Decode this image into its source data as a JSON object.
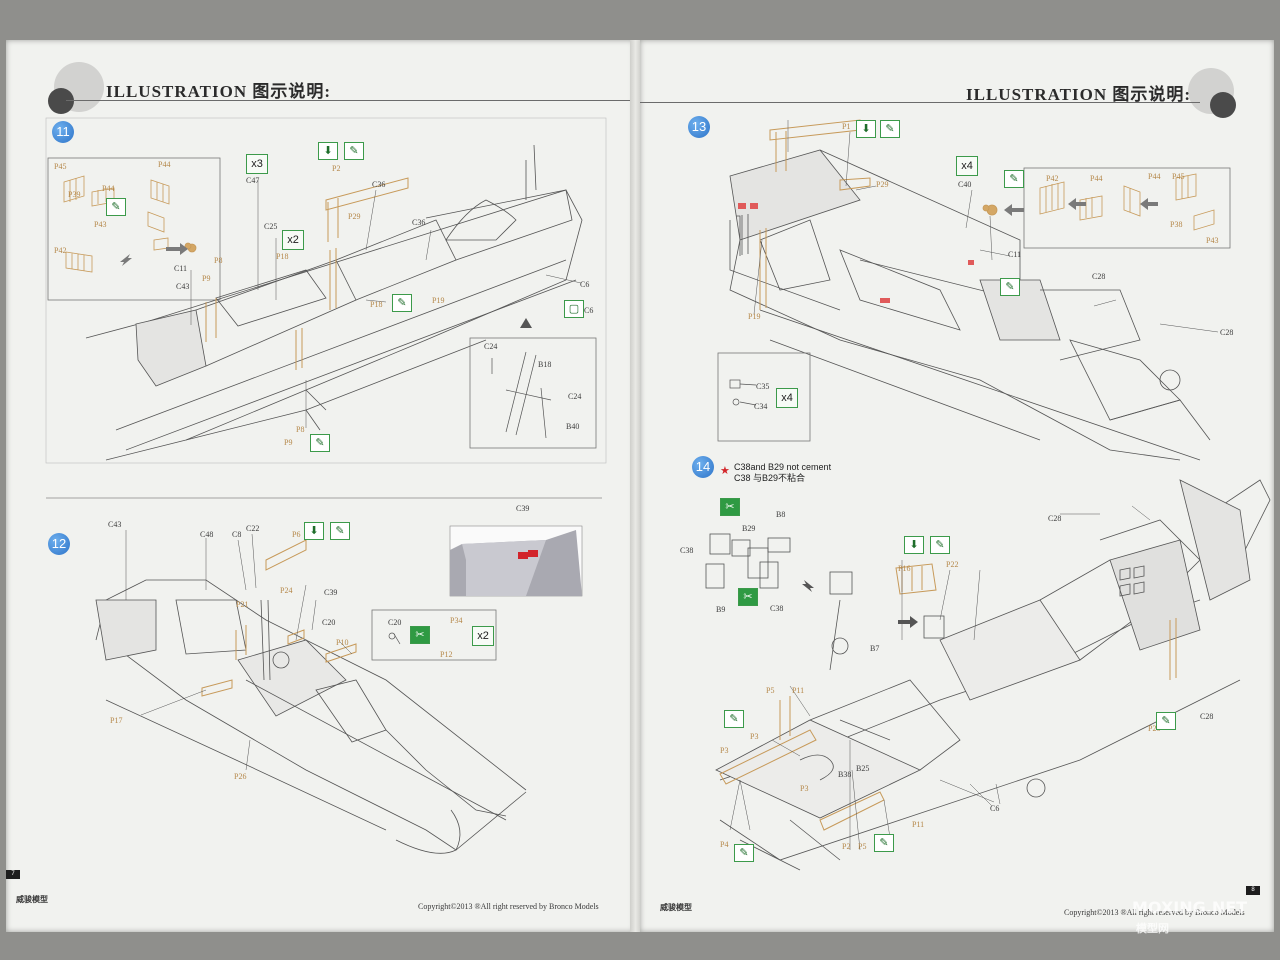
{
  "header": {
    "left_title": "ILLUSTRATION 图示说明:",
    "right_title": "ILLUSTRATION 图示说明:"
  },
  "steps": {
    "s11": {
      "number": "11"
    },
    "s12": {
      "number": "12"
    },
    "s13": {
      "number": "13"
    },
    "s14": {
      "number": "14"
    }
  },
  "note14": {
    "line1": "C38and B29 not cement",
    "line2": "C38 与B29不粘合"
  },
  "multipliers": {
    "s11_a": "x3",
    "s11_b": "x2",
    "s12_a": "x2",
    "s13_a": "x4",
    "s13_b": "x4"
  },
  "labels_left": {
    "P45": "P45",
    "P44a": "P44",
    "P44b": "P44",
    "P43": "P43",
    "P42": "P42",
    "P39": "P39",
    "C11": "C11",
    "C43a": "C43",
    "P9a": "P9",
    "P8a": "P8",
    "C47": "C47",
    "C25": "C25",
    "P18a": "P18",
    "P18b": "P18",
    "P19": "P19",
    "P2": "P2",
    "C36a": "C36",
    "C36b": "C36",
    "P29": "P29",
    "C6": "C6",
    "C6b": "C6",
    "P8b": "P8",
    "P9b": "P9",
    "C24a": "C24",
    "B18": "B18",
    "C24b": "C24",
    "B40": "B40",
    "C43b": "C43",
    "C48": "C48",
    "C8": "C8",
    "C22": "C22",
    "P6": "P6",
    "P21": "P21",
    "P24": "P24",
    "C39a": "C39",
    "C20a": "C20",
    "P10": "P10",
    "P17": "P17",
    "P26": "P26",
    "C39b": "C39",
    "C20b": "C20",
    "P34": "P34",
    "P12": "P12"
  },
  "labels_right": {
    "P1": "P1",
    "P29": "P29",
    "C40": "C40",
    "C11": "C11",
    "P42": "P42",
    "P44a": "P44",
    "P44b": "P44",
    "P45": "P45",
    "P38": "P38",
    "P43": "P43",
    "C28a": "C28",
    "C28b": "C28",
    "P19": "P19",
    "C35": "C35",
    "C34": "C34",
    "B29": "B29",
    "B8": "B8",
    "C38a": "C38",
    "B9": "B9",
    "C38b": "C38",
    "B7": "B7",
    "P16": "P16",
    "P22": "P22",
    "C28c": "C28",
    "C28d": "C28",
    "P20": "P20",
    "P5a": "P5",
    "P11a": "P11",
    "P3a": "P3",
    "P3b": "P3",
    "P3c": "P3",
    "B38": "B38",
    "B25": "B25",
    "P11b": "P11",
    "P4": "P4",
    "P2": "P2",
    "P5b": "P5",
    "C6": "C6"
  },
  "footer": {
    "left_brand": "威骏模型",
    "left_copyright": "Copyright©2013  ®All right reserved by Bronco Models",
    "left_pagenum": "7",
    "right_brand": "威骏模型",
    "right_copyright": "Copyright©2013  ®All right reserved by Bronco Models",
    "right_pagenum": "8"
  },
  "watermark": {
    "line1": "MOXING.NET",
    "line2": "模型网"
  }
}
